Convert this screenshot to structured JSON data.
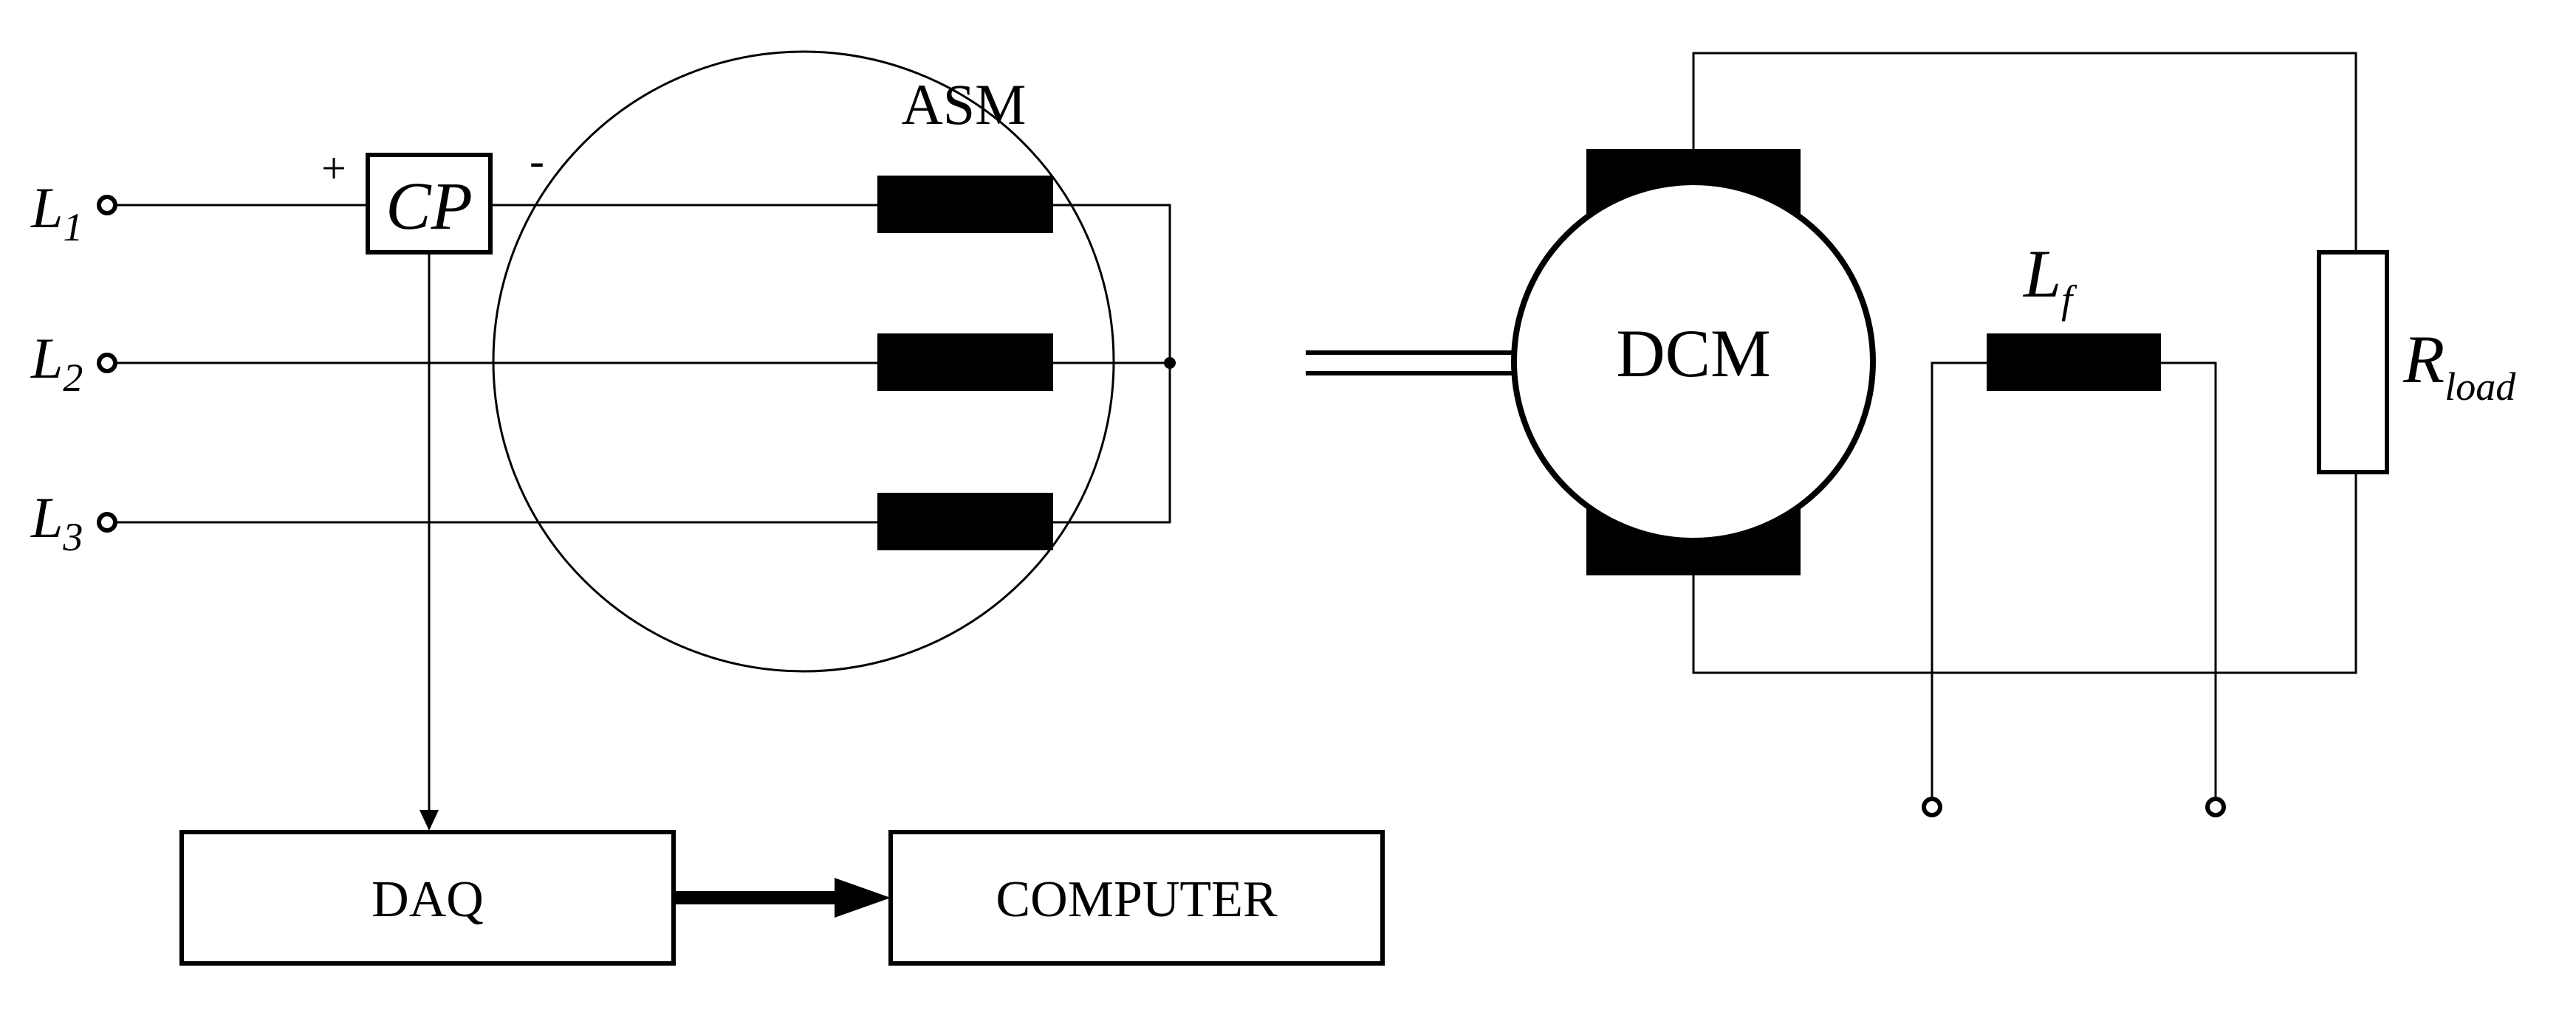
{
  "lines": {
    "l1": {
      "base": "L",
      "sub": "1"
    },
    "l2": {
      "base": "L",
      "sub": "2"
    },
    "l3": {
      "base": "L",
      "sub": "3"
    }
  },
  "cp": {
    "label": "CP",
    "plus": "+",
    "minus": "-"
  },
  "asm": {
    "label": "ASM"
  },
  "dcm": {
    "label": "DCM"
  },
  "field_winding": {
    "base": "L",
    "sub": "f"
  },
  "load_resistor": {
    "base": "R",
    "sub": "load"
  },
  "daq": {
    "label": "DAQ"
  },
  "computer": {
    "label": "COMPUTER"
  },
  "colors": {
    "stroke": "#000000",
    "background": "#ffffff"
  }
}
